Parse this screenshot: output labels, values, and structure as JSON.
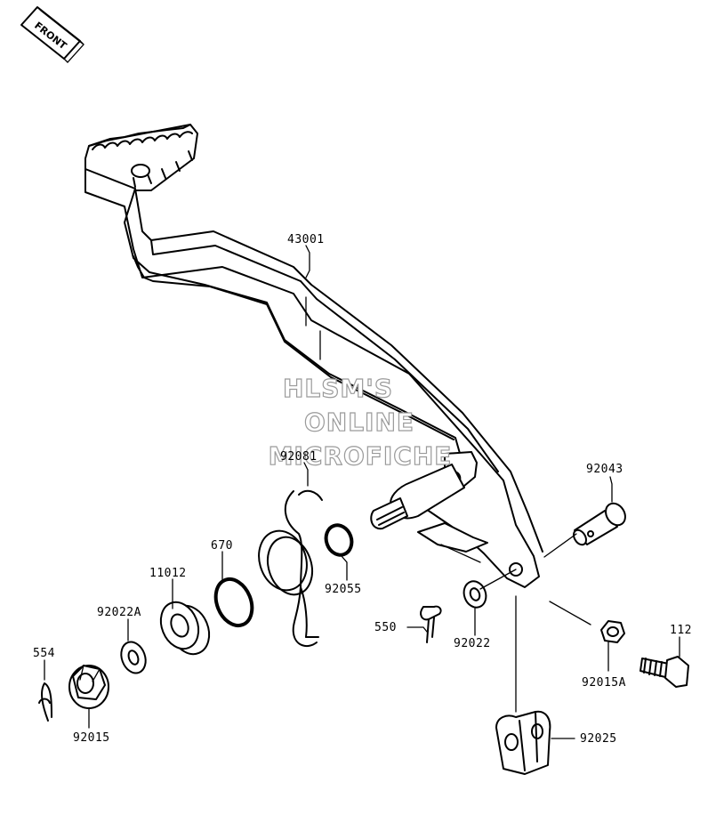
{
  "front_badge": {
    "text": "FRONT"
  },
  "watermark": {
    "lines": [
      "HLSM'S",
      "ONLINE",
      "MICROFICHE"
    ]
  },
  "parts": [
    {
      "number": "43001",
      "description": "brake pedal"
    },
    {
      "number": "92081",
      "description": "return spring"
    },
    {
      "number": "92043",
      "description": "pin"
    },
    {
      "number": "670",
      "description": "o-ring"
    },
    {
      "number": "11012",
      "description": "cap"
    },
    {
      "number": "92055",
      "description": "o-ring"
    },
    {
      "number": "92022A",
      "description": "washer"
    },
    {
      "number": "550",
      "description": "cotter pin"
    },
    {
      "number": "92022",
      "description": "washer"
    },
    {
      "number": "112",
      "description": "bolt"
    },
    {
      "number": "554",
      "description": "clip"
    },
    {
      "number": "92015A",
      "description": "nut"
    },
    {
      "number": "92015",
      "description": "flange nut"
    },
    {
      "number": "92025",
      "description": "clevis"
    }
  ],
  "colors": {
    "line": "#000000",
    "background": "#ffffff",
    "watermark": "#9a9a9a"
  }
}
